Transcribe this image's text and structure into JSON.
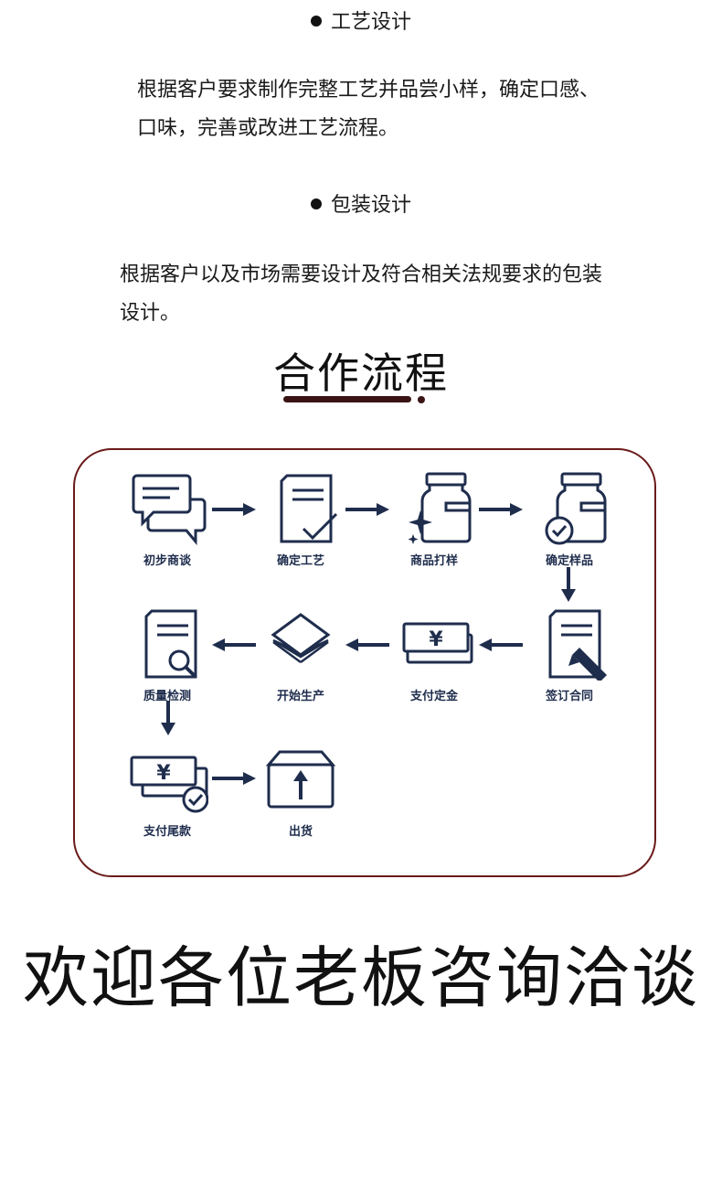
{
  "sections": [
    {
      "heading": "工艺设计",
      "body_lines": [
        "根据客户要求制作完整工艺并品尝小样，确定口感、",
        "口味，完善或改进工艺流程。"
      ]
    },
    {
      "heading": "包装设计",
      "body_lines": [
        "根据客户以及市场需要设计及符合相关法规要求的包装",
        "设计。"
      ]
    }
  ],
  "process": {
    "title": "合作流程",
    "steps": [
      "初步商谈",
      "确定工艺",
      "商品打样",
      "确定样品",
      "签订合同",
      "支付定金",
      "开始生产",
      "质量检测",
      "支付尾款",
      "出货"
    ]
  },
  "icons": [
    "chat-bubbles-icon",
    "document-check-icon",
    "bottle-sparkle-icon",
    "bottle-check-icon",
    "document-pen-icon",
    "banknote-yen-icon",
    "stacked-layers-icon",
    "document-search-icon",
    "banknote-check-icon",
    "box-upload-icon"
  ],
  "colors": {
    "icon_navy": "#1f2d4d",
    "frame_border": "#6b1a1a",
    "underline": "#3a1414"
  },
  "footer": {
    "welcome": "欢迎各位老板咨询洽谈"
  }
}
